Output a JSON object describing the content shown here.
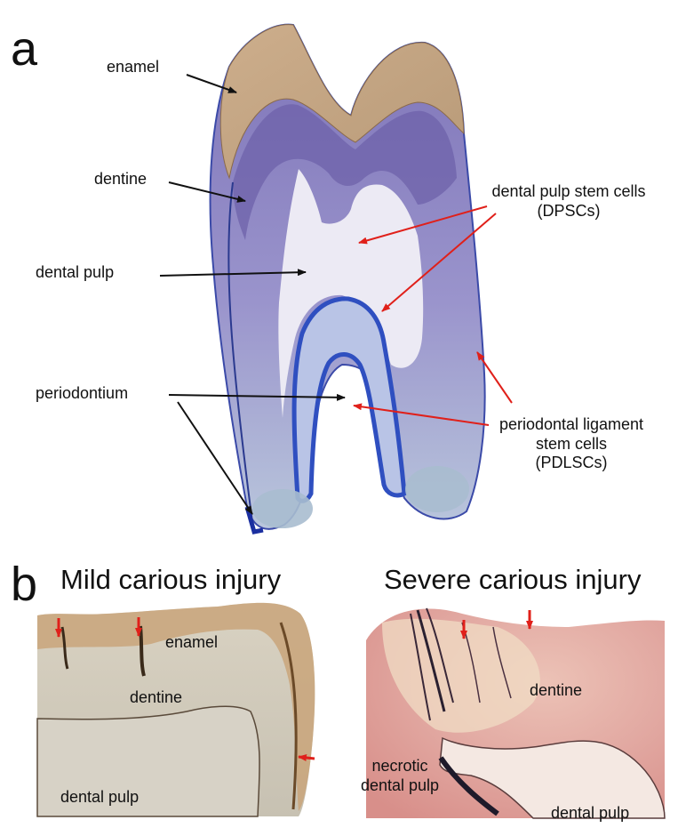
{
  "panel_a": {
    "letter": "a",
    "labels": {
      "enamel": "enamel",
      "dentine": "dentine",
      "dental_pulp": "dental pulp",
      "periodontium": "periodontium",
      "dpsc_line1": "dental pulp stem cells",
      "dpsc_line2": "(DPSCs)",
      "pdlsc_line1": "periodontal ligament",
      "pdlsc_line2": "stem cells",
      "pdlsc_line3": "(PDLSCs)"
    }
  },
  "panel_b": {
    "letter": "b",
    "mild": {
      "title": "Mild carious injury",
      "enamel": "enamel",
      "dentine": "dentine",
      "dental_pulp": "dental pulp"
    },
    "severe": {
      "title": "Severe carious injury",
      "dentine": "dentine",
      "necrotic_line1": "necrotic",
      "necrotic_line2": "dental pulp",
      "dental_pulp": "dental pulp"
    }
  },
  "colors": {
    "arrow_black": "#111111",
    "arrow_red": "#e0201a",
    "enamel_tan": "#c8a682",
    "dentine_purple": "#8e86c4",
    "pulp_light": "#eeeef6",
    "mild_tissue": "#cfc8b8",
    "severe_pink": "#e8b0a8"
  }
}
